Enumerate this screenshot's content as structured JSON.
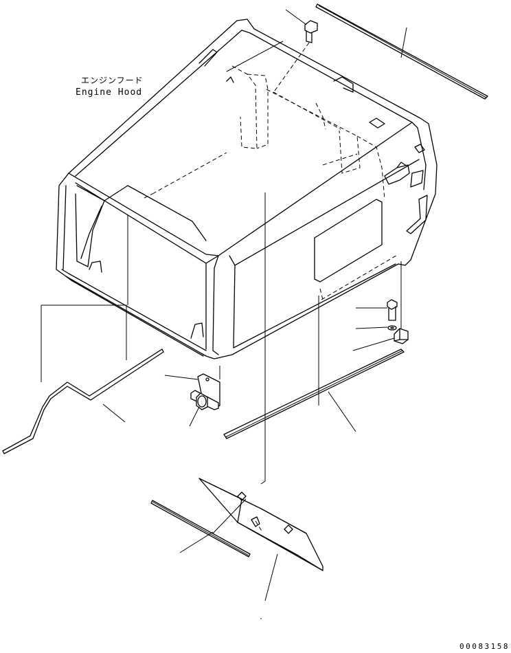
{
  "title_jp": "エンジンフード",
  "title_en": "Engine Hood",
  "drawing_number": "00083158",
  "parts": [
    {
      "name": "engine-hood",
      "icon": "hood-assembly-icon"
    },
    {
      "name": "bolt",
      "icon": "bolt-icon"
    },
    {
      "name": "top-seal-strip",
      "icon": "strip-icon"
    },
    {
      "name": "bent-stay",
      "icon": "stay-rod-icon"
    },
    {
      "name": "bracket-plate",
      "icon": "bracket-icon"
    },
    {
      "name": "catch",
      "icon": "catch-icon"
    },
    {
      "name": "side-bolt",
      "icon": "bolt-icon"
    },
    {
      "name": "washer",
      "icon": "washer-icon"
    },
    {
      "name": "striker",
      "icon": "striker-icon"
    },
    {
      "name": "side-seal-strip",
      "icon": "strip-icon"
    },
    {
      "name": "bottom-plate",
      "icon": "plate-icon"
    },
    {
      "name": "bottom-seal-strip",
      "icon": "strip-icon"
    }
  ]
}
